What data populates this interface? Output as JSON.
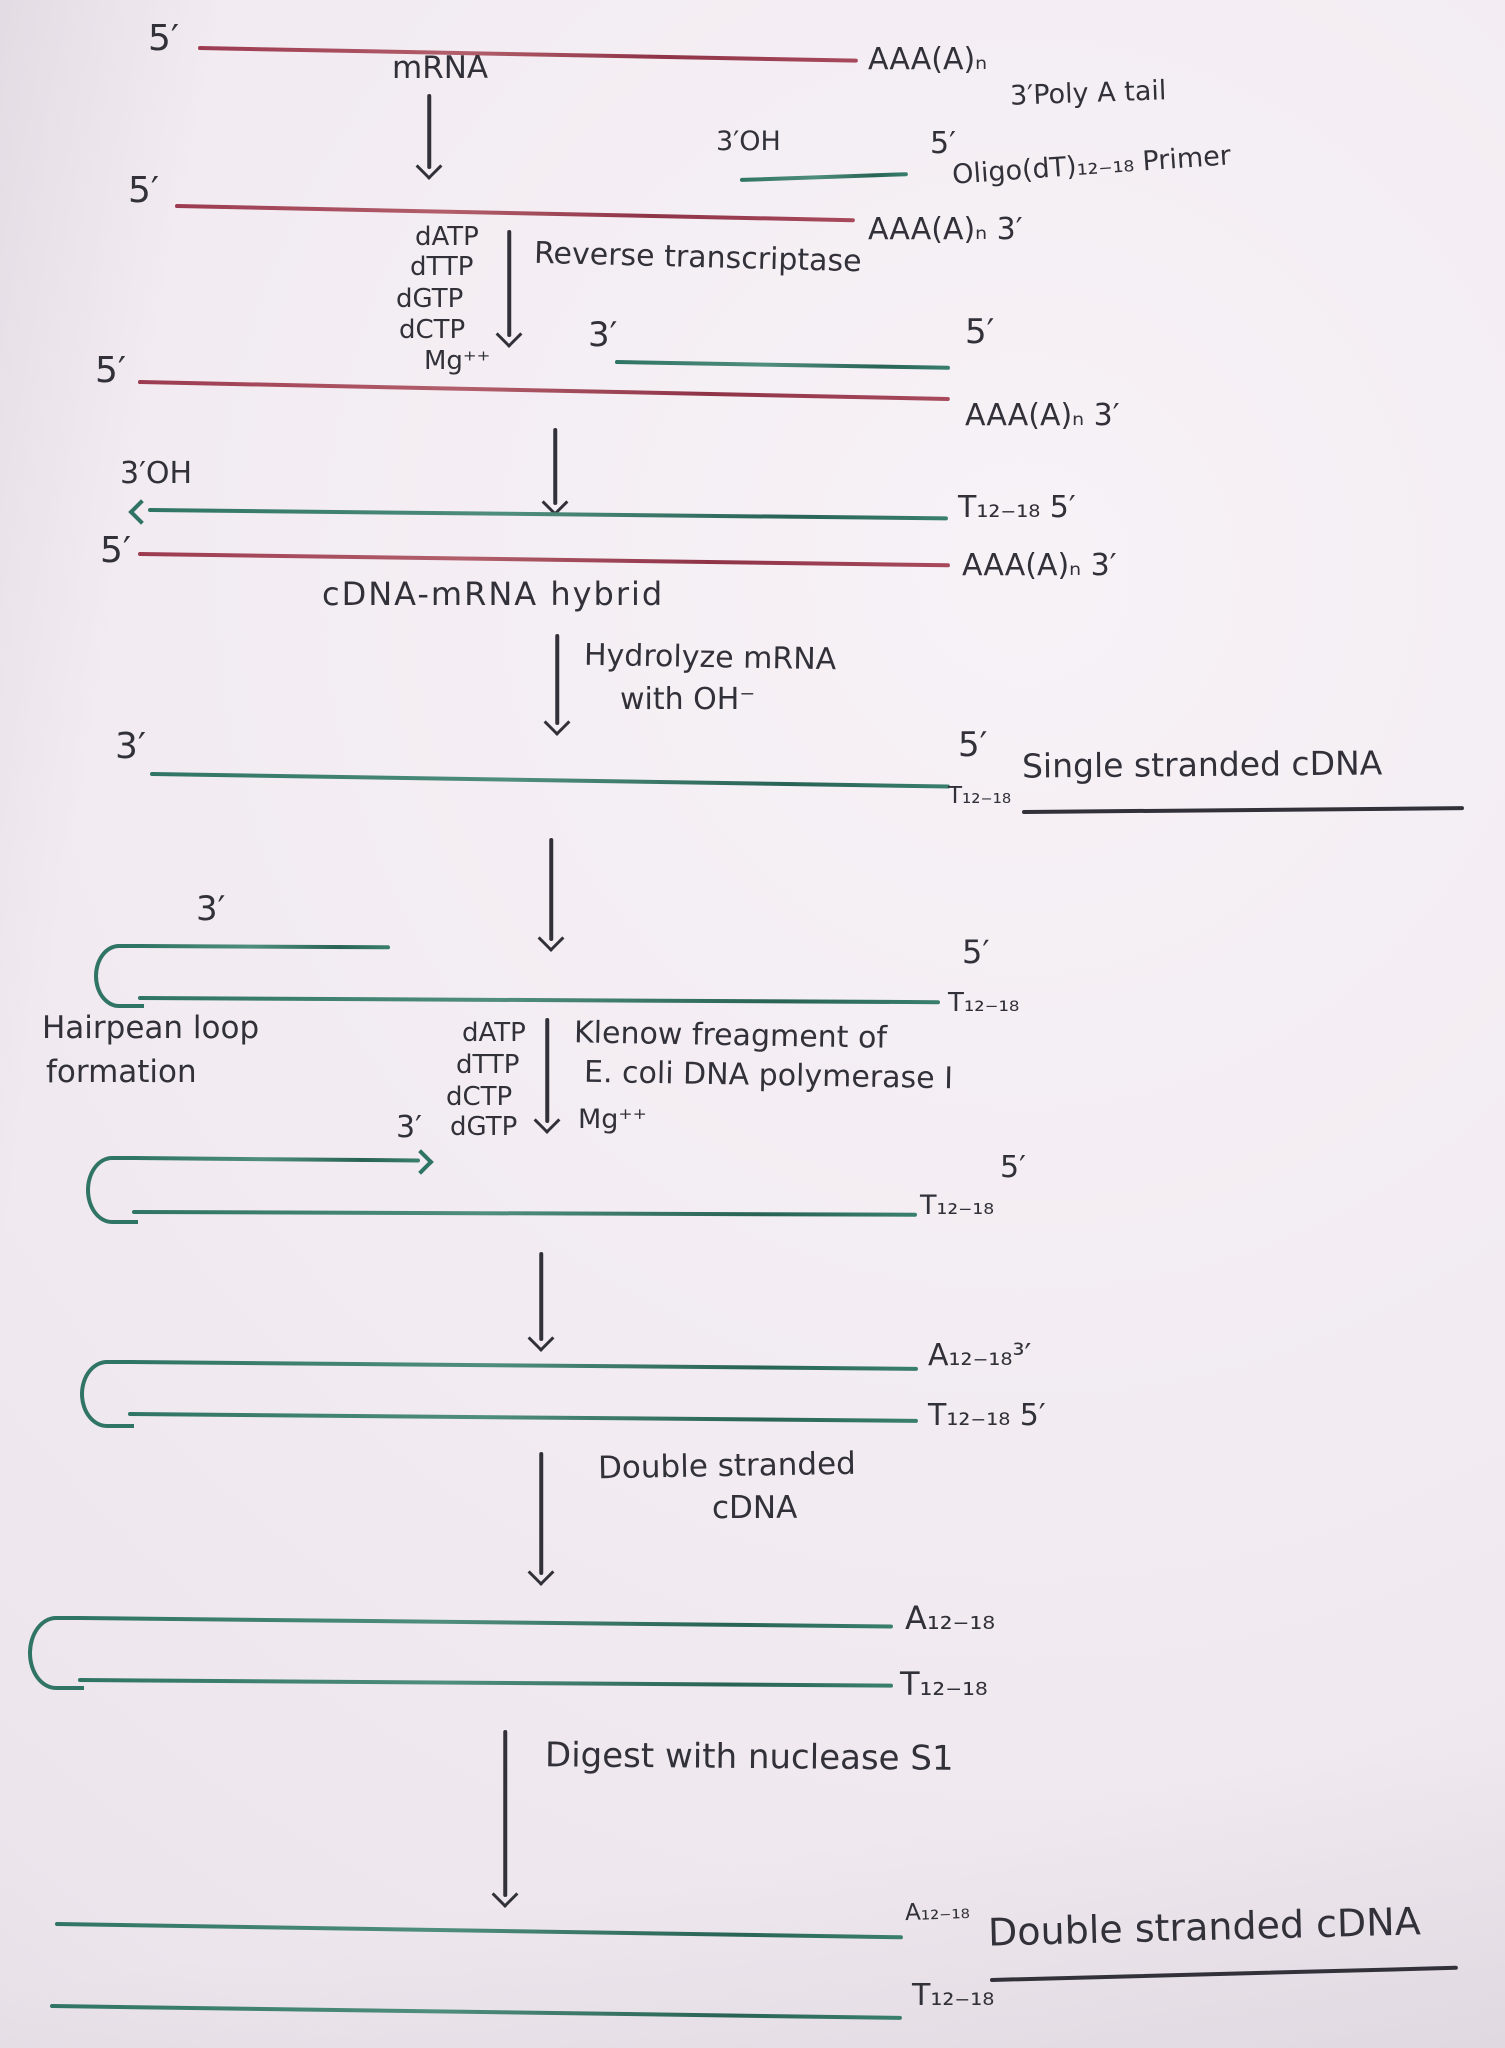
{
  "colors": {
    "paper": "#f2ecf2",
    "rna_strand": "#a03e53",
    "dna_strand": "#2f7464",
    "ink": "#32313a"
  },
  "title": "cDNA synthesis from mRNA (hand-drawn scheme)",
  "s1": {
    "left_5": "5′",
    "mrna": "mRNA",
    "right": "AAA(A)ₙ",
    "polya": "3′Poly A tail"
  },
  "primer": {
    "oh3": "3′OH",
    "p5": "5′",
    "label": "Oligo(dT)₁₂₋₁₈ Primer"
  },
  "s2": {
    "left_5": "5′",
    "right": "AAA(A)ₙ 3′"
  },
  "rt": {
    "reagents": [
      "dATP",
      "dTTP",
      "dGTP",
      "dCTP",
      "Mg⁺⁺"
    ],
    "enzyme": "Reverse transcriptase"
  },
  "s3": {
    "new_3": "3′",
    "new_5": "5′",
    "left_5": "5′",
    "right": "AAA(A)ₙ 3′"
  },
  "s4": {
    "oh3": "3′OH",
    "top_right": "T₁₂₋₁₈ 5′",
    "left_5": "5′",
    "bot_right": "AAA(A)ₙ 3′",
    "label": "cDNA-mRNA hybrid"
  },
  "hydrolyze": {
    "line1": "Hydrolyze mRNA",
    "line2": "with OH⁻"
  },
  "s5": {
    "left_3": "3′",
    "right_5": "5′",
    "right_t": "T₁₂₋₁₈",
    "label": "Single stranded cDNA"
  },
  "hairpin": {
    "label1": "Hairpean loop",
    "label2": "formation",
    "h1_3": "3′",
    "h1_5": "5′",
    "h1_t": "T₁₂₋₁₈"
  },
  "klenow": {
    "reagents": [
      "dATP",
      "dTTP",
      "dCTP",
      "dGTP"
    ],
    "line1": "Klenow freagment of",
    "line2": "E. coli DNA polymerase I",
    "mg": "Mg⁺⁺",
    "primer_3": "3′"
  },
  "h2": {
    "p5": "5′",
    "t": "T₁₂₋₁₈"
  },
  "h3": {
    "top": "A₁₂₋₁₈³′",
    "bot": "T₁₂₋₁₈ 5′",
    "label1": "Double stranded",
    "label2": "cDNA"
  },
  "h4": {
    "top": "A₁₂₋₁₈",
    "bot": "T₁₂₋₁₈"
  },
  "digest": {
    "label": "Digest with nuclease S1"
  },
  "final": {
    "top": "A₁₂₋₁₈",
    "label": "Double stranded cDNA",
    "bot": "T₁₂₋₁₈"
  }
}
